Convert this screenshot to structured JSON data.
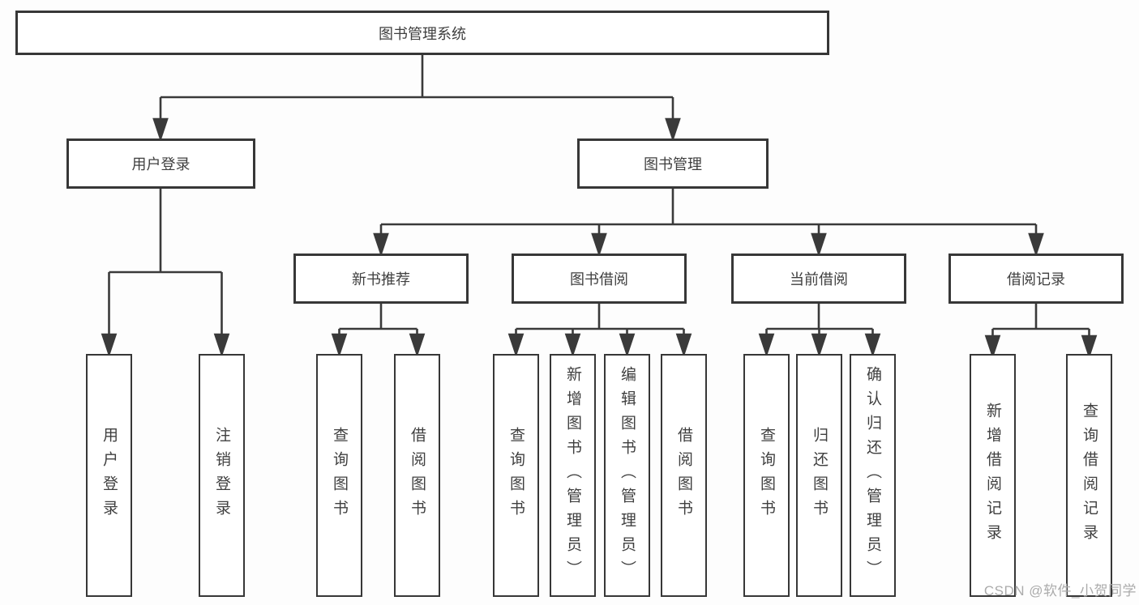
{
  "root": {
    "label": "图书管理系统"
  },
  "branches": {
    "user_login": {
      "label": "用户登录"
    },
    "book_mgmt": {
      "label": "图书管理"
    }
  },
  "modules": {
    "new_book": {
      "label": "新书推荐"
    },
    "borrow": {
      "label": "图书借阅"
    },
    "current": {
      "label": "当前借阅"
    },
    "records": {
      "label": "借阅记录"
    }
  },
  "leaves": {
    "login": "用户登录",
    "logout": "注销登录",
    "nb_query": "查询图书",
    "nb_borrow": "借阅图书",
    "bw_query": "查询图书",
    "bw_add": "新增图书（管理员）",
    "bw_edit": "编辑图书（管理员）",
    "bw_borrow": "借阅图书",
    "cu_query": "查询图书",
    "cu_return": "归还图书",
    "cu_confirm": "确认归还（管理员）",
    "rc_add": "新增借阅记录",
    "rc_query": "查询借阅记录"
  },
  "watermark": "CSDN @软件_小贺同学",
  "colors": {
    "line": "#3a3a3a",
    "border": "#373737",
    "text": "#3f3f3f",
    "watermark": "#ababab"
  }
}
